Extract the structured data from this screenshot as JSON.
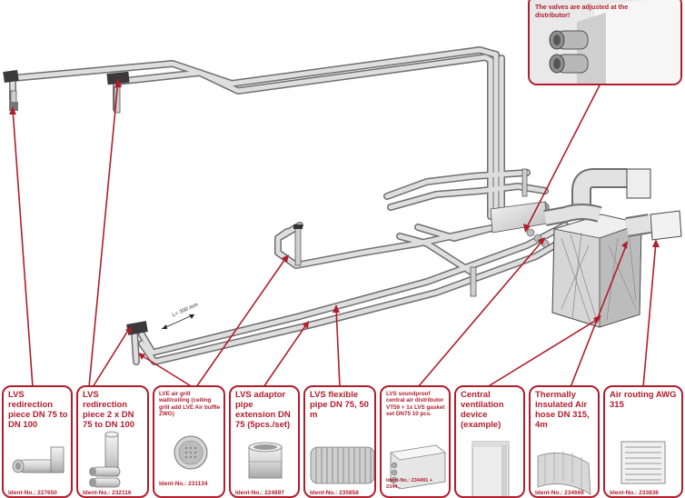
{
  "callout": {
    "text": "The valves are adjusted at the distributor!"
  },
  "dimension_label": "L= 300 mm",
  "colors": {
    "accent": "#b01e2d",
    "duct": "#d9d9d9",
    "duct_edge": "#777777"
  },
  "components": [
    {
      "title": "LVS redirection piece DN 75 to DN 100",
      "ident": "Ident-No.: 227650",
      "icon": "elbow-pipe-icon"
    },
    {
      "title": "LVS redirection piece   2 x DN 75 to DN 100",
      "ident": "Ident-No.: 232116",
      "icon": "y-piece-icon"
    },
    {
      "title": "LVE air grill wall/ceiling (ceiling grill add LVE Air buffle ZWG)",
      "ident": "Ident-No.: 231134",
      "icon": "round-grill-icon"
    },
    {
      "title": "LVS adaptor pipe extension DN 75 (5pcs./set)",
      "ident": "Ident-No.: 224897",
      "icon": "pipe-sleeve-icon"
    },
    {
      "title": "LVS flexible pipe DN 75, 50 m",
      "ident": "Ident-No.: 235858",
      "icon": "flexible-pipe-icon"
    },
    {
      "title": "LVS soundproof central air distributor VT59 + 1x LVS gasket set DN75 10 pcs.",
      "ident": "Ident-No.: 234491 + 2344..",
      "icon": "distributor-box-icon"
    },
    {
      "title": "Central ventilation device (example)",
      "ident": "",
      "icon": "ventilation-unit-icon"
    },
    {
      "title": "Thermally insulated Air hose DN 315, 4m",
      "ident": "Ident-No.: 234666",
      "icon": "insulated-hose-icon"
    },
    {
      "title": "Air routing AWG 315",
      "ident": "Ident-No.: 233836",
      "icon": "square-grill-icon"
    }
  ]
}
